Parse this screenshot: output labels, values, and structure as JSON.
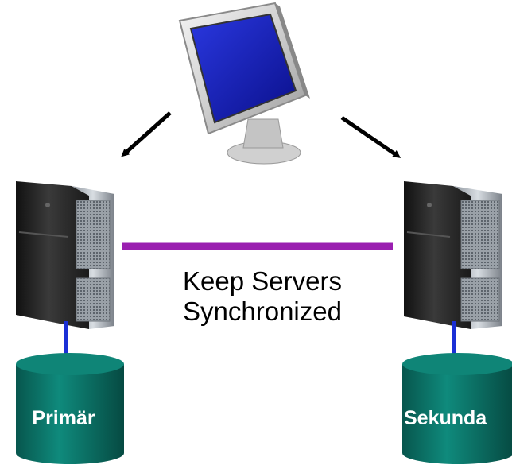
{
  "sync_label": {
    "line1": "Keep Servers",
    "line2": "Synchronized"
  },
  "databases": {
    "primary": "Primär",
    "secondary": "Sekunda"
  },
  "colors": {
    "sync_line": "#9a1fb0",
    "db_link": "#1a2fd6",
    "db_fill": "#0c7a6e",
    "monitor_screen": "#1a22c8"
  },
  "icons": {
    "client": "monitor-icon",
    "primary_server": "server-tower-icon",
    "secondary_server": "server-tower-icon"
  }
}
